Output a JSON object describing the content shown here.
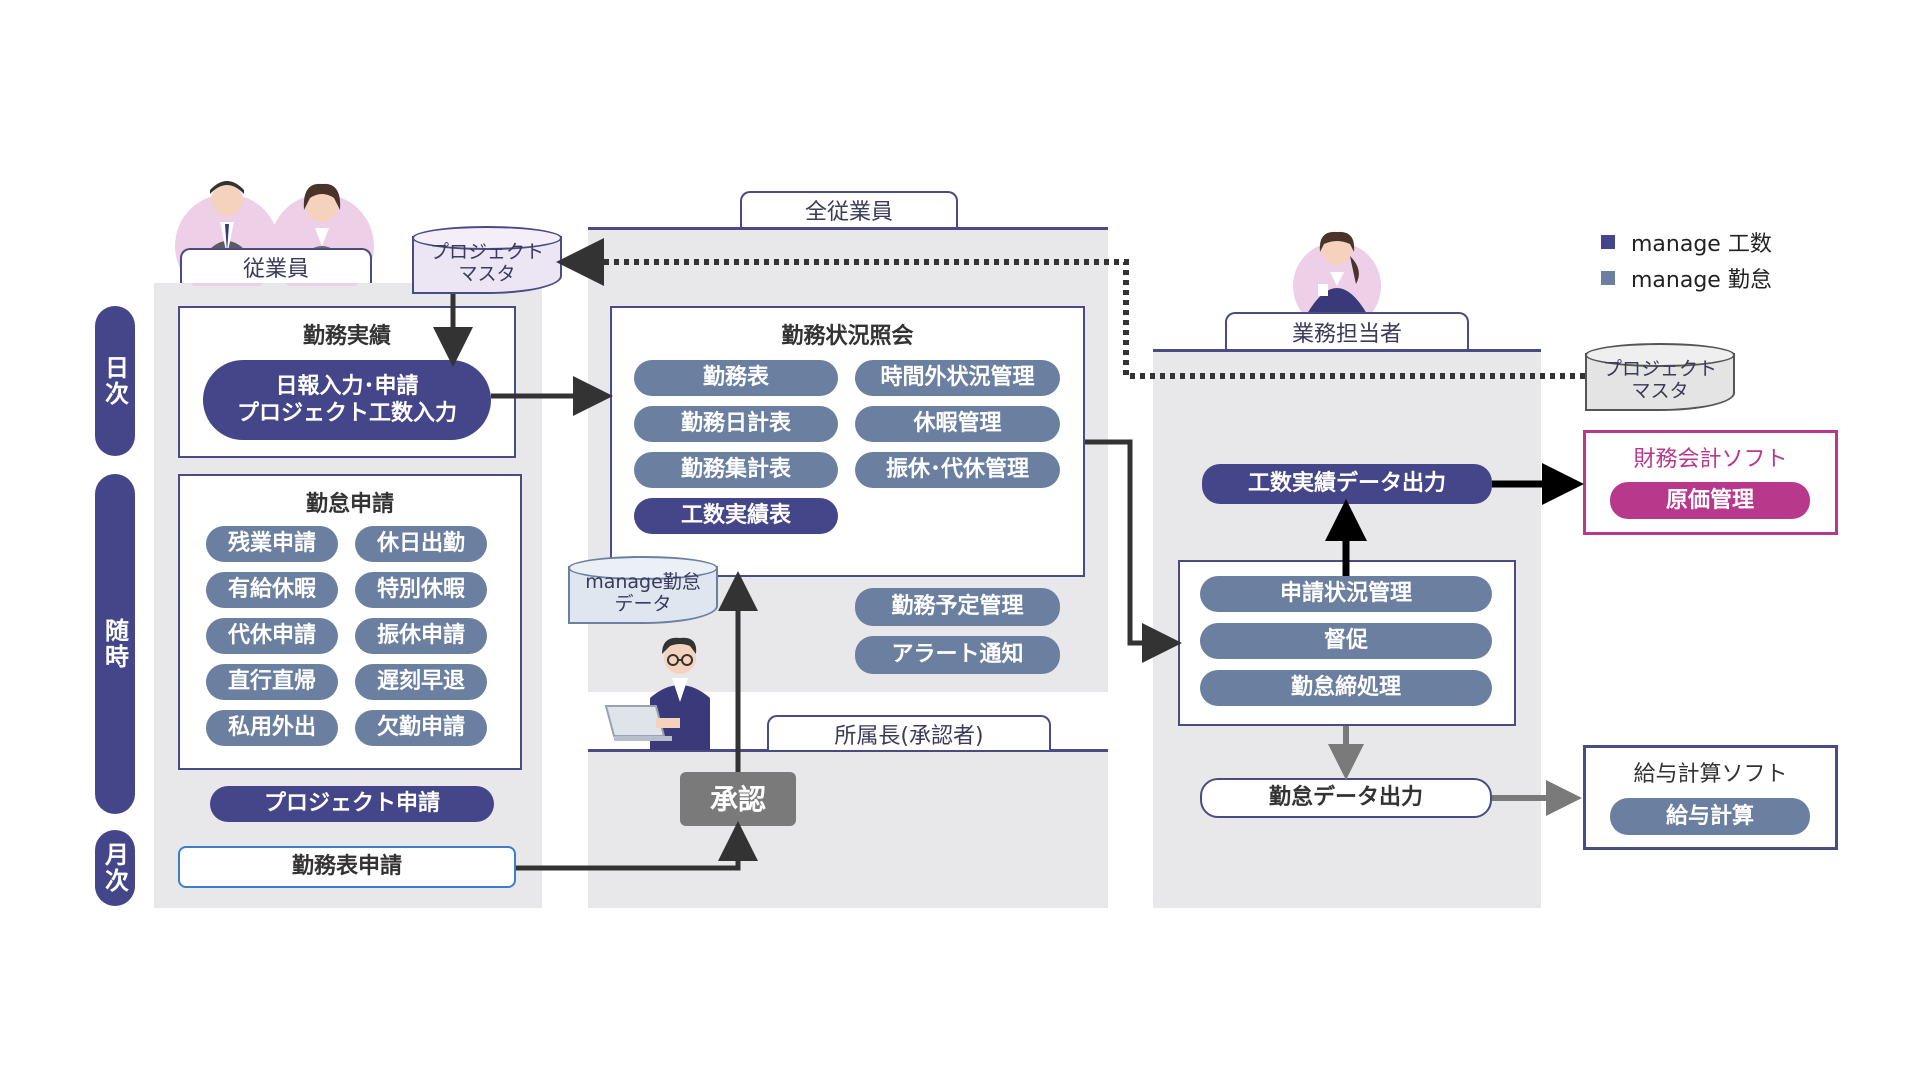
{
  "legend": {
    "items": [
      {
        "label": "manage 工数",
        "color": "#45458a"
      },
      {
        "label": "manage 勤怠",
        "color": "#6b7fa0"
      }
    ]
  },
  "colors": {
    "navy": "#45458a",
    "gray_pill": "#6b7fa0",
    "panel_bg": "#e8e8ea",
    "magenta": "#b8388c",
    "arrow_dark": "#333333",
    "arrow_gray": "#7a7a7a"
  },
  "sidebar": {
    "daily": "日次",
    "adhoc": "随時",
    "monthly": "月次"
  },
  "employee": {
    "tab": "従業員",
    "work_record": {
      "title": "勤務実績",
      "main_button": "日報入力･申請\nプロジェクト工数入力"
    },
    "attendance": {
      "title": "勤怠申請",
      "items": [
        "残業申請",
        "休日出勤",
        "有給休暇",
        "特別休暇",
        "代休申請",
        "振休申請",
        "直行直帰",
        "遅刻早退",
        "私用外出",
        "欠勤申請"
      ]
    },
    "project_request": "プロジェクト申請",
    "timesheet_request": "勤務表申請"
  },
  "project_master_left": "プロジェクト\nマスタ",
  "all_employees": {
    "tab": "全従業員",
    "status": {
      "title": "勤務状況照会",
      "left_items": [
        "勤務表",
        "勤務日計表",
        "勤務集計表",
        "工数実績表"
      ],
      "right_items": [
        "時間外状況管理",
        "休暇管理",
        "振休･代休管理"
      ]
    },
    "schedule": "勤務予定管理",
    "alert": "アラート通知",
    "manage_data": "manage勤怠\nデータ"
  },
  "manager": {
    "tab": "所属長(承認者)",
    "approve": "承認"
  },
  "staff": {
    "tab": "業務担当者",
    "work_output": "工数実績データ出力",
    "process": [
      "申請状況管理",
      "督促",
      "勤怠締処理"
    ],
    "attendance_output": "勤怠データ出力",
    "project_master": "プロジェクト\nマスタ"
  },
  "accounting": {
    "title": "財務会計ソフト",
    "button": "原価管理"
  },
  "payroll": {
    "title": "給与計算ソフト",
    "button": "給与計算"
  }
}
